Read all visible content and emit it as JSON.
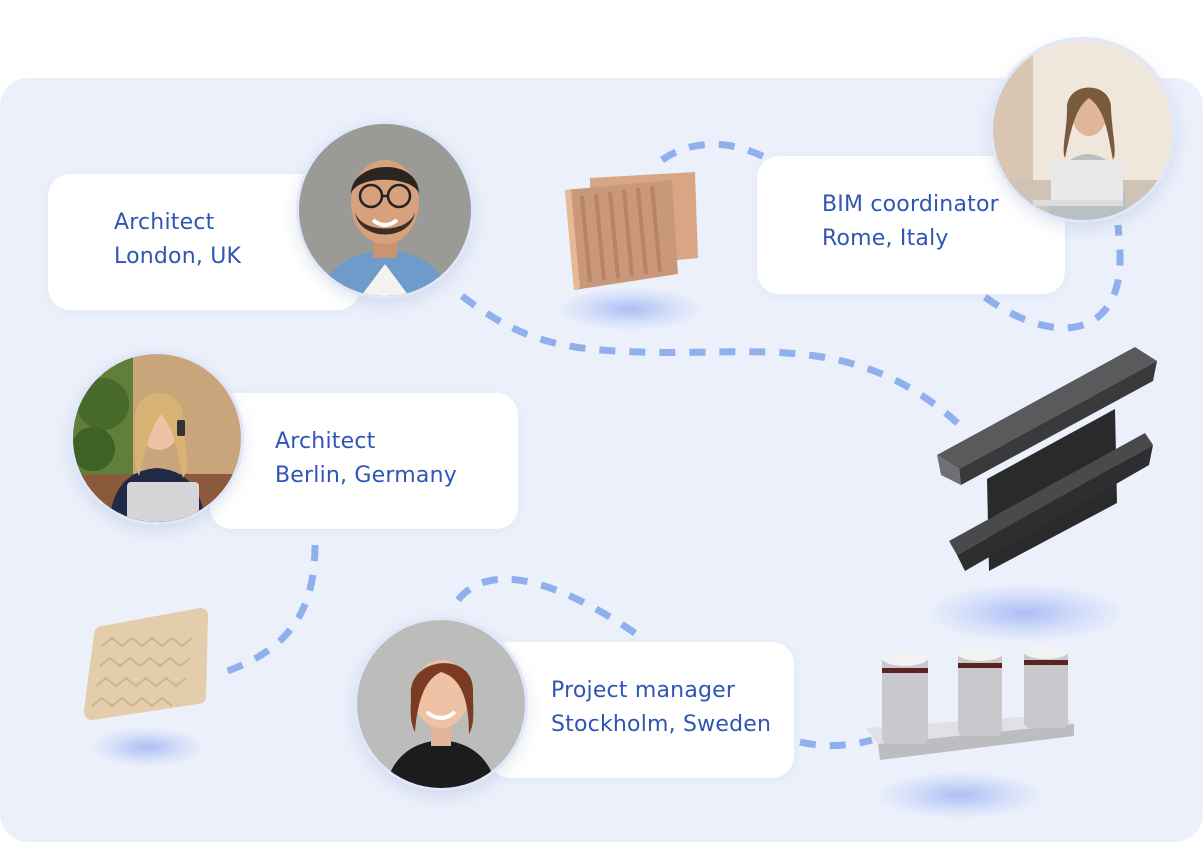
{
  "profiles": [
    {
      "role": "Architect",
      "location": "London, UK"
    },
    {
      "role": "BIM coordinator",
      "location": "Rome, Italy"
    },
    {
      "role": "Architect",
      "location": "Berlin, Germany"
    },
    {
      "role": "Project manager",
      "location": "Stockholm, Sweden"
    }
  ],
  "colors": {
    "panel_bg": "#ebf0fb",
    "text": "#2f56b4",
    "dash": "#8fb0ec"
  },
  "icons": {
    "dashed_connector": "dashed-path-icon",
    "products": [
      "acoustic-panel-icon",
      "steel-i-beam-icon",
      "textured-tile-icon",
      "bollards-icon"
    ]
  }
}
